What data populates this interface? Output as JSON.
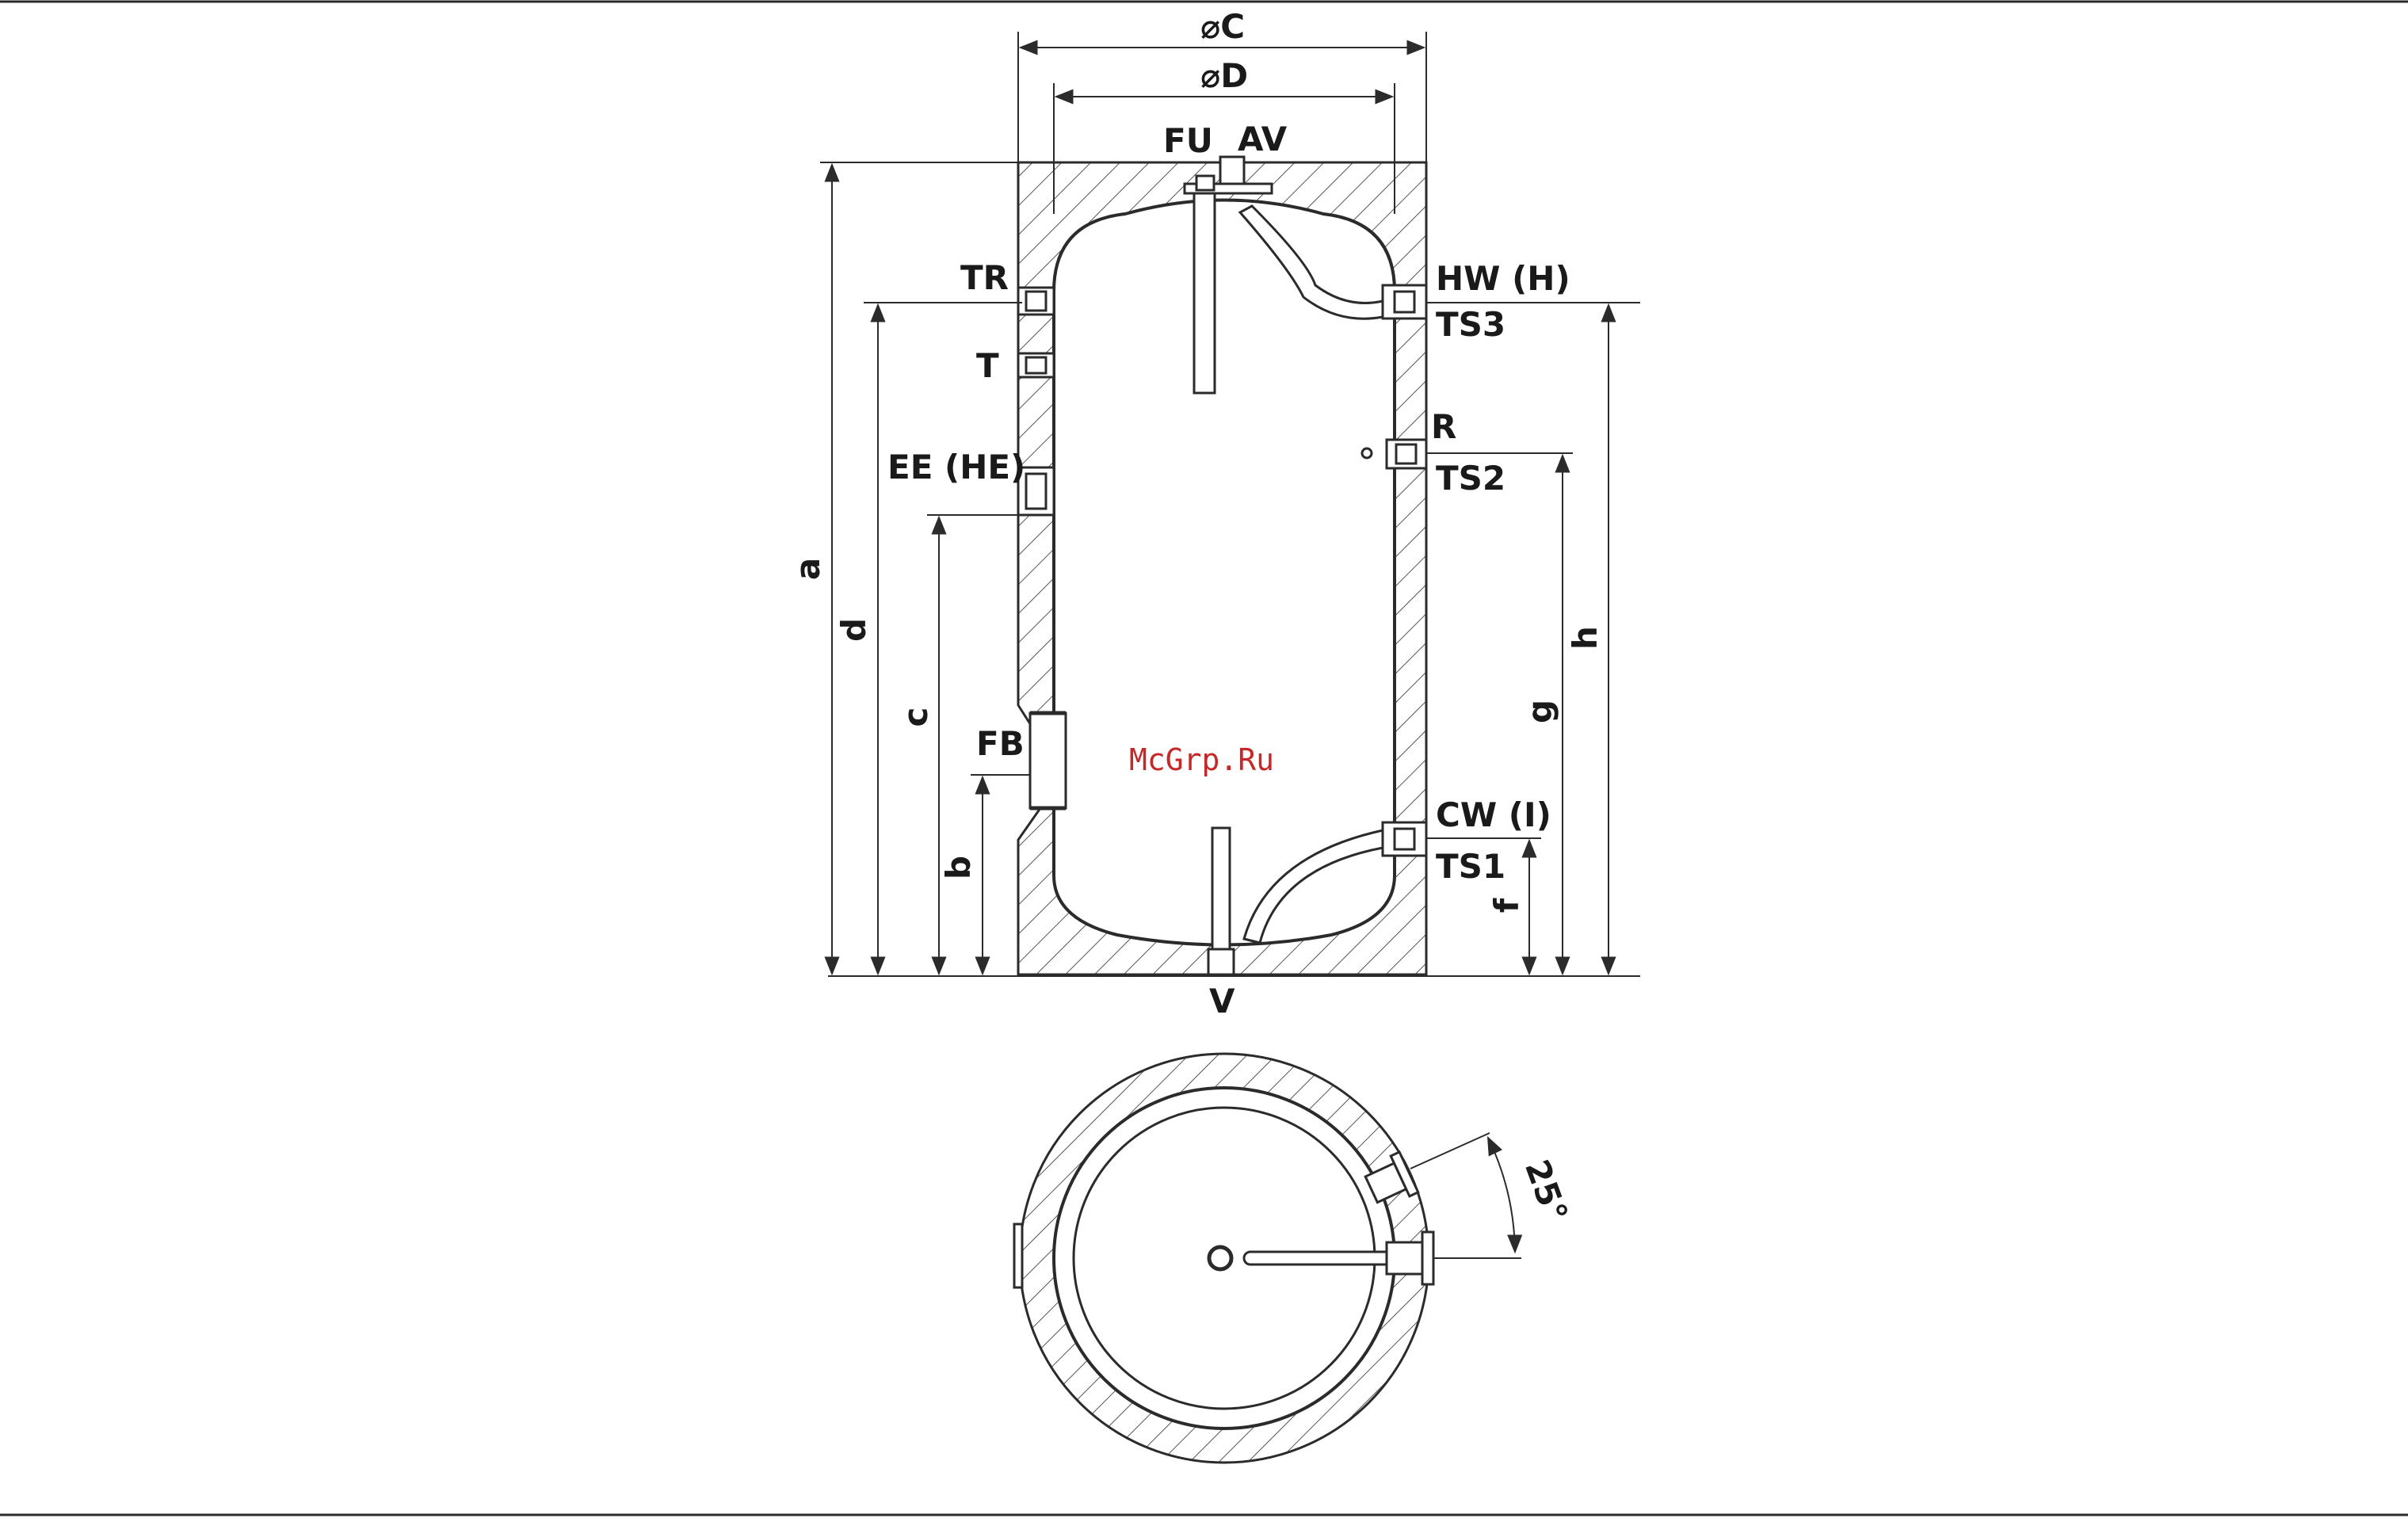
{
  "diagram": {
    "labels": {
      "diam_c": "⌀C",
      "diam_d": "⌀D",
      "fu": "FU",
      "av": "AV",
      "tr": "TR",
      "t": "T",
      "ee": "EE (HE)",
      "fb": "FB",
      "hw": "HW (H)",
      "ts3": "TS3",
      "r": "R",
      "ts2": "TS2",
      "cw": "CW (I)",
      "ts1": "TS1",
      "v": "V",
      "a": "a",
      "d": "d",
      "c": "c",
      "b": "b",
      "h": "h",
      "g": "g",
      "f": "f",
      "angle": "25°"
    },
    "watermark": "McGrp.Ru",
    "colors": {
      "line": "#2b2b2b",
      "hatch": "#555555",
      "watermark": "#c62828"
    }
  }
}
